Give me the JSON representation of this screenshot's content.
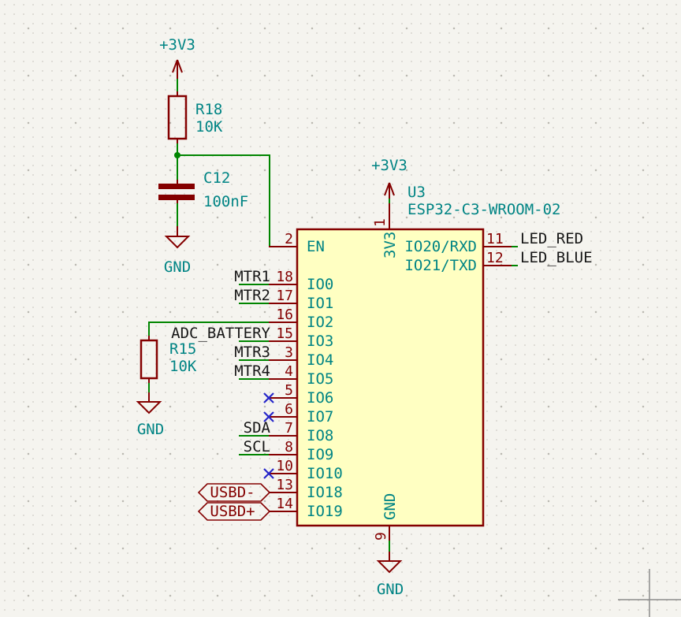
{
  "schematic": {
    "power": {
      "rail_label": "+3V3",
      "gnd_label": "GND"
    },
    "components": {
      "r18": {
        "ref": "R18",
        "value": "10K"
      },
      "c12": {
        "ref": "C12",
        "value": "100nF"
      },
      "r15": {
        "ref": "R15",
        "value": "10K"
      },
      "u3": {
        "ref": "U3",
        "value": "ESP32-C3-WROOM-02",
        "top_pin": {
          "number": "1",
          "name": "3V3"
        },
        "bottom_pin": {
          "number": "9",
          "name": "GND"
        },
        "left_pins": [
          {
            "number": "2",
            "name": "EN"
          },
          {
            "number": "18",
            "name": "IO0",
            "label": "MTR1"
          },
          {
            "number": "17",
            "name": "IO1",
            "label": "MTR2"
          },
          {
            "number": "16",
            "name": "IO2"
          },
          {
            "number": "15",
            "name": "IO3",
            "label": "ADC_BATTERY"
          },
          {
            "number": "3",
            "name": "IO4",
            "label": "MTR3"
          },
          {
            "number": "4",
            "name": "IO5",
            "label": "MTR4"
          },
          {
            "number": "5",
            "name": "IO6",
            "nc": true
          },
          {
            "number": "6",
            "name": "IO7",
            "nc": true
          },
          {
            "number": "7",
            "name": "IO8",
            "label": "SDA"
          },
          {
            "number": "8",
            "name": "IO9",
            "label": "SCL"
          },
          {
            "number": "10",
            "name": "IO10",
            "nc": true
          },
          {
            "number": "13",
            "name": "IO18",
            "global_label": "USBD-"
          },
          {
            "number": "14",
            "name": "IO19",
            "global_label": "USBD+"
          }
        ],
        "right_pins": [
          {
            "number": "11",
            "name": "IO20/RXD",
            "label": "LED_RED"
          },
          {
            "number": "12",
            "name": "IO21/TXD",
            "label": "LED_BLUE"
          }
        ]
      }
    },
    "colors": {
      "background": "#F5F4EF",
      "wire": "#008500",
      "device_outline": "#840000",
      "body_fill": "#FFFFC2",
      "pin_name": "#008484",
      "field_text": "#008484",
      "net_label": "#161616",
      "global_label": "#840000",
      "no_connect": "#2626C9"
    }
  }
}
